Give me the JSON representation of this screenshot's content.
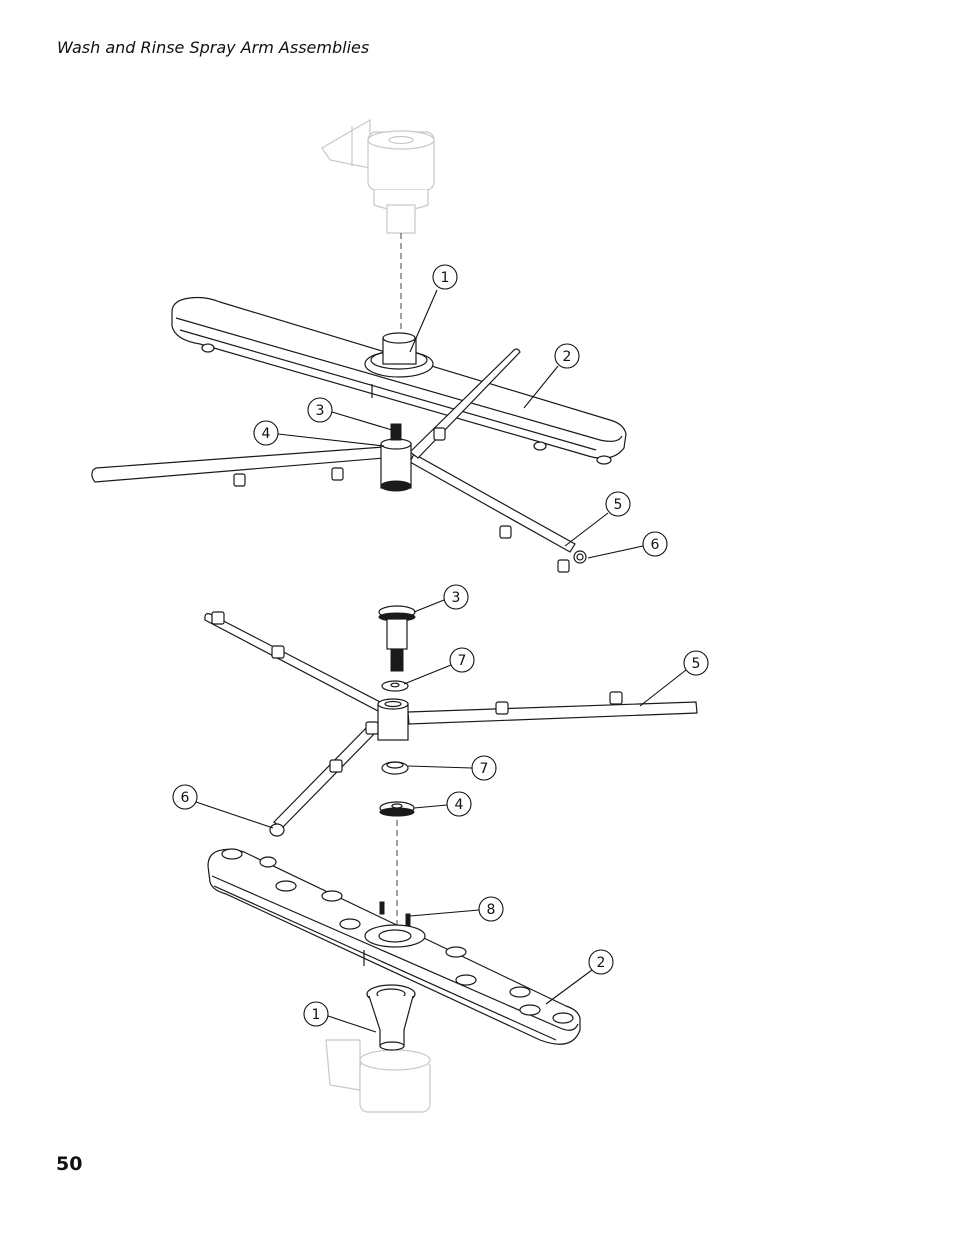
{
  "page": {
    "header": "Wash and Rinse Spray Arm Assemblies",
    "number": "50"
  },
  "upper_assembly": {
    "callouts": [
      "1",
      "2",
      "3",
      "4",
      "5",
      "6"
    ]
  },
  "lower_assembly": {
    "callouts": [
      "3",
      "7",
      "5",
      "7",
      "6",
      "4",
      "8",
      "2",
      "1"
    ]
  },
  "colors": {
    "line": "#1a1a1a",
    "ghost": "#c8c8c8",
    "fill": "#ffffff"
  }
}
